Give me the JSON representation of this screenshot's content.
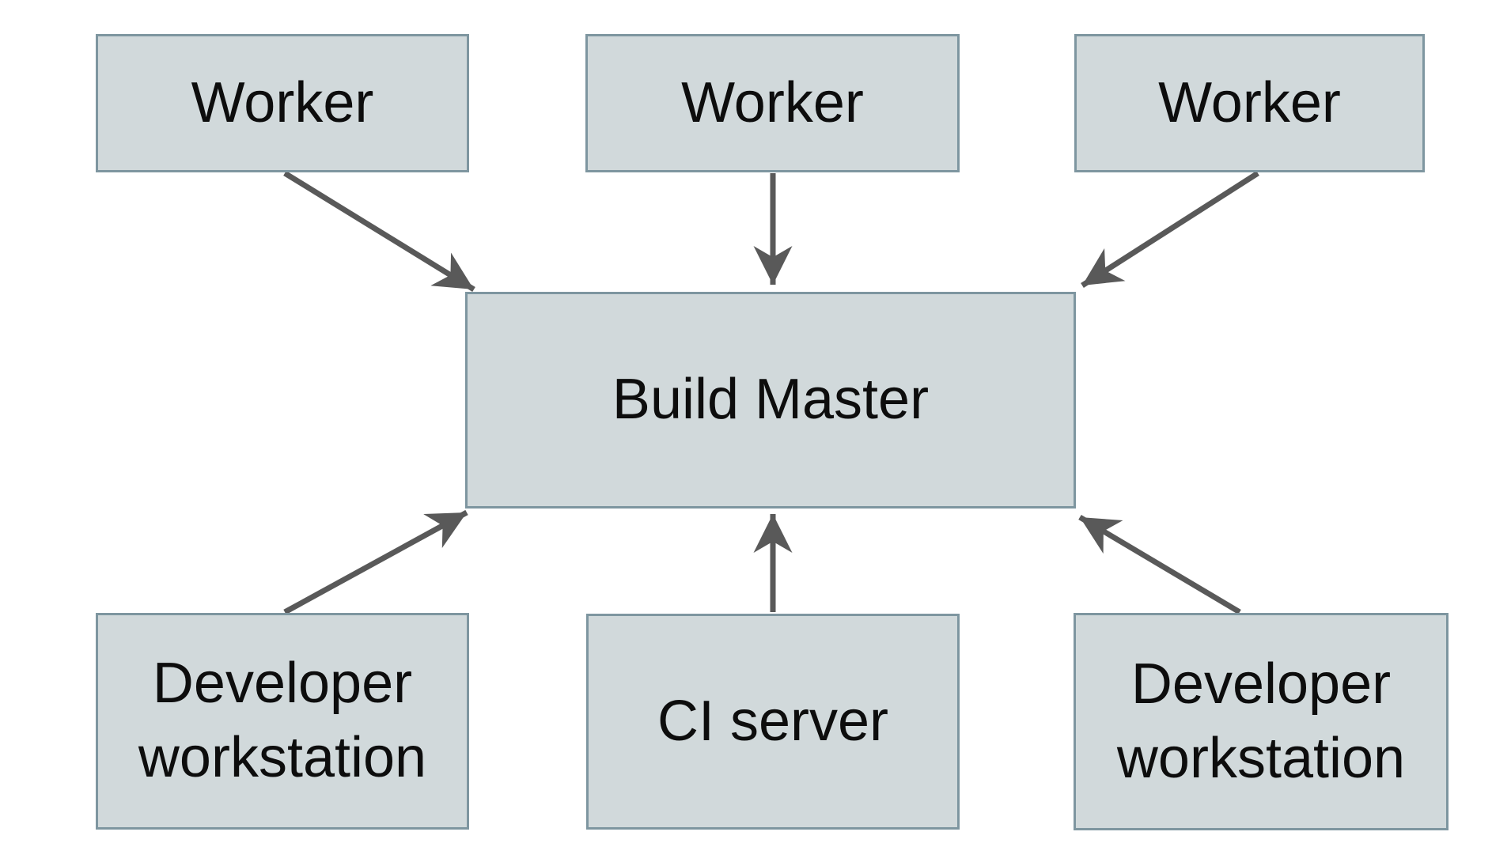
{
  "colors": {
    "background": "#ffffff",
    "node_fill": "#d1d9db",
    "node_border": "#7e96a0",
    "arrow": "#595959",
    "text": "#0d0d0d"
  },
  "nodes": [
    {
      "id": "worker-1",
      "label": "Worker"
    },
    {
      "id": "worker-2",
      "label": "Worker"
    },
    {
      "id": "worker-3",
      "label": "Worker"
    },
    {
      "id": "build-master",
      "label": "Build Master"
    },
    {
      "id": "developer-workstation-left",
      "label": "Developer workstation"
    },
    {
      "id": "ci-server",
      "label": "CI server"
    },
    {
      "id": "developer-workstation-right",
      "label": "Developer workstation"
    }
  ],
  "edges": [
    {
      "from": "worker-1",
      "to": "build-master"
    },
    {
      "from": "worker-2",
      "to": "build-master"
    },
    {
      "from": "worker-3",
      "to": "build-master"
    },
    {
      "from": "developer-workstation-left",
      "to": "build-master"
    },
    {
      "from": "ci-server",
      "to": "build-master"
    },
    {
      "from": "developer-workstation-right",
      "to": "build-master"
    }
  ]
}
